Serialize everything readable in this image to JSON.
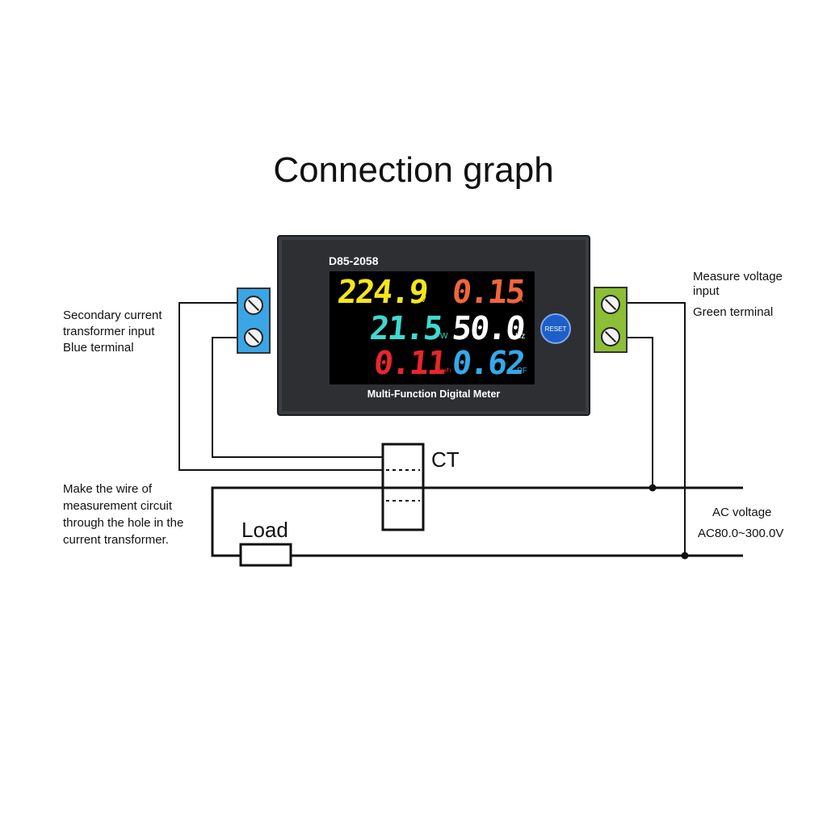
{
  "title": "Connection graph",
  "meter": {
    "model": "D85-2058",
    "caption": "Multi-Function Digital Meter",
    "reset_label": "RESET",
    "readings": {
      "voltage": {
        "value": "224.9",
        "unit": "V",
        "color": "#f5e61c"
      },
      "current": {
        "value": "0.15",
        "unit": "A",
        "color": "#f0663a"
      },
      "power": {
        "value": "21.5",
        "unit": "W",
        "color": "#3fd9d0"
      },
      "frequency": {
        "value": "50.0",
        "unit": "Hz",
        "color": "#ffffff"
      },
      "energy": {
        "value": "0.11",
        "unit": "kwh",
        "color": "#e8262c"
      },
      "power_factor": {
        "value": "0.62",
        "unit": "PF",
        "color": "#34a9e8"
      }
    }
  },
  "terminals": {
    "blue_color": "#3aa6e6",
    "green_color": "#8cbf35"
  },
  "labels": {
    "secondary_ct": [
      "Secondary current",
      "transformer input",
      "Blue terminal"
    ],
    "measure_voltage": [
      "Measure voltage",
      "input",
      "Green terminal"
    ],
    "wire_note": [
      "Make the wire of",
      "measurement circuit",
      "through the hole in the",
      "current transformer."
    ],
    "ct": "CT",
    "load": "Load",
    "ac_voltage": "AC voltage",
    "ac_range": "AC80.0~300.0V"
  }
}
